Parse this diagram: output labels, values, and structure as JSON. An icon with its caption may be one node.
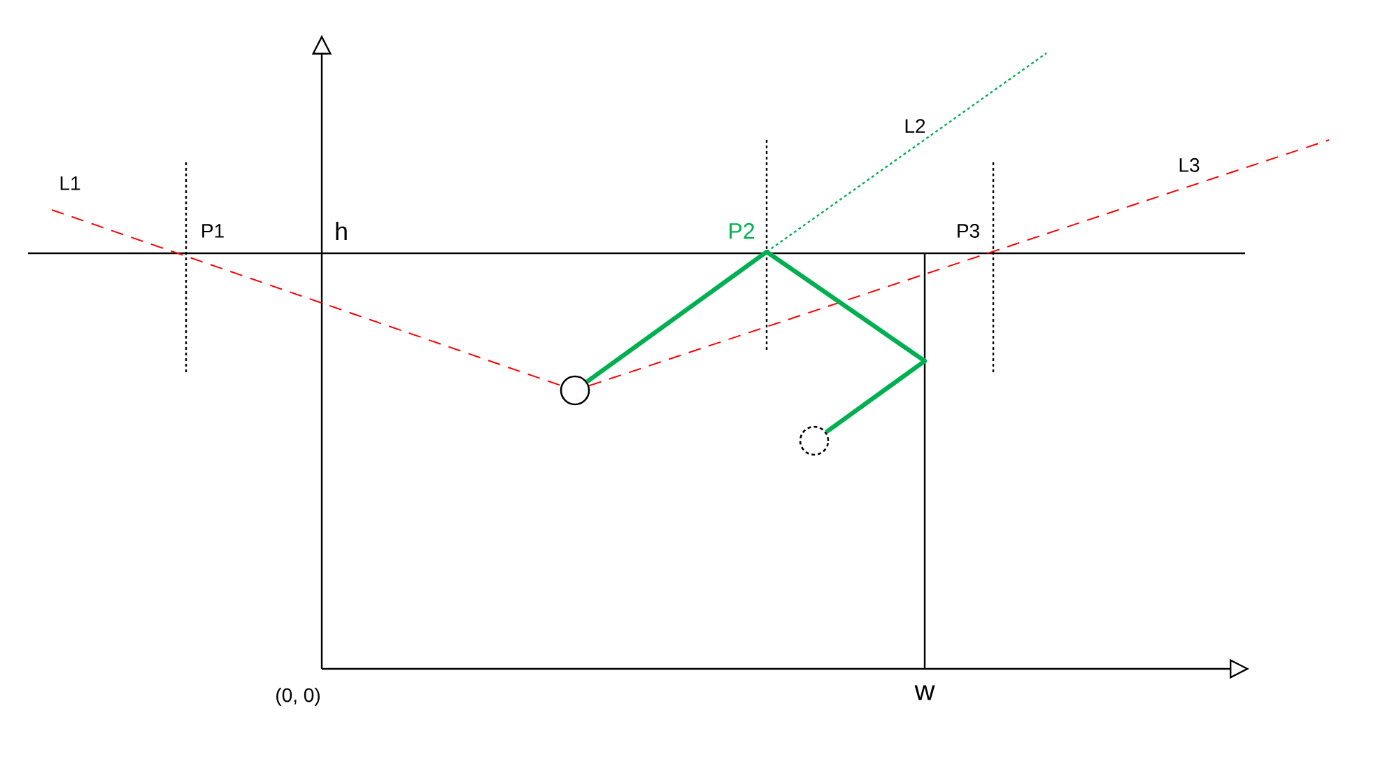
{
  "diagram": {
    "nodes": [
      {
        "text": [],
        "shape": "circle"
      },
      {
        "text": [],
        "shape": "circle"
      }
    ],
    "edges": [
      {
        "from": null,
        "to": 0,
        "arrow": "none",
        "style": "dashed",
        "color": "#ff0000"
      },
      {
        "from": 0,
        "to": null,
        "arrow": "none",
        "style": "dashed",
        "color": "#ff0000"
      },
      {
        "from": 0,
        "to": 1,
        "arrow": "none",
        "style": "thick",
        "color": "#00b050"
      }
    ],
    "labels": [
      "L2",
      "L1",
      "L3",
      "P1",
      "h",
      "P2",
      "P3",
      "(0, 0)",
      "w"
    ]
  }
}
